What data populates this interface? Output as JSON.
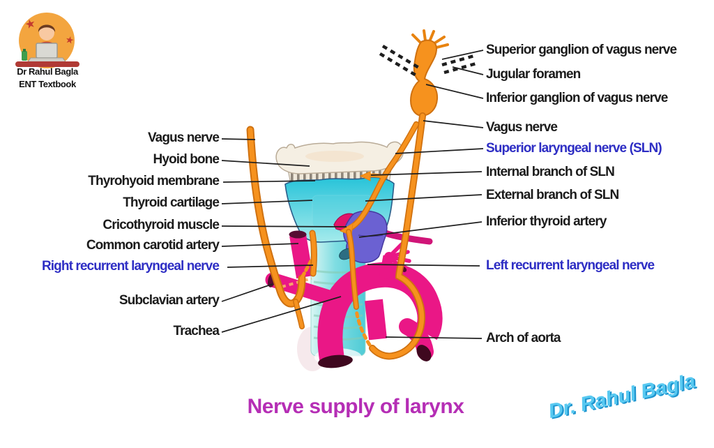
{
  "logo": {
    "line1": "Dr Rahul Bagla",
    "line2": "ENT Textbook",
    "mascot": "boy-at-laptop-icon"
  },
  "caption": {
    "title": "Nerve supply of larynx"
  },
  "signature": {
    "text": "Dr. Rahul Bagla"
  },
  "colors": {
    "label_black": "#1b1b1b",
    "label_blue": "#2e2ec4",
    "title_magenta": "#b52eb5",
    "signature_cyan": "#58c9f1",
    "nerve_orange": "#f6921e",
    "artery_magenta": "#ea1786",
    "cartilage_cyan": "#49cddc",
    "thyroid_purple": "#6b61d2",
    "hyoid_cream": "#f5efe3",
    "logo_circle_orange": "#f3a53f"
  },
  "labels_left": [
    {
      "text": "Vagus nerve",
      "color": "black"
    },
    {
      "text": "Hyoid bone",
      "color": "black"
    },
    {
      "text": "Thyrohyoid membrane",
      "color": "black"
    },
    {
      "text": "Thyroid cartilage",
      "color": "black"
    },
    {
      "text": "Cricothyroid muscle",
      "color": "black"
    },
    {
      "text": "Common carotid artery",
      "color": "black"
    },
    {
      "text": "Right recurrent laryngeal nerve",
      "color": "blue"
    },
    {
      "text": "Subclavian artery",
      "color": "black"
    },
    {
      "text": "Trachea",
      "color": "black"
    }
  ],
  "labels_right": [
    {
      "text": "Superior ganglion of vagus nerve",
      "color": "black"
    },
    {
      "text": "Jugular foramen",
      "color": "black"
    },
    {
      "text": "Inferior ganglion of vagus nerve",
      "color": "black"
    },
    {
      "text": "Vagus nerve",
      "color": "black"
    },
    {
      "text": "Superior laryngeal nerve (SLN)",
      "color": "blue"
    },
    {
      "text": "Internal branch of SLN",
      "color": "black"
    },
    {
      "text": "External branch of SLN",
      "color": "black"
    },
    {
      "text": "Inferior thyroid artery",
      "color": "black"
    },
    {
      "text": "Left recurrent laryngeal nerve",
      "color": "blue"
    },
    {
      "text": "Arch of aorta",
      "color": "black"
    }
  ]
}
